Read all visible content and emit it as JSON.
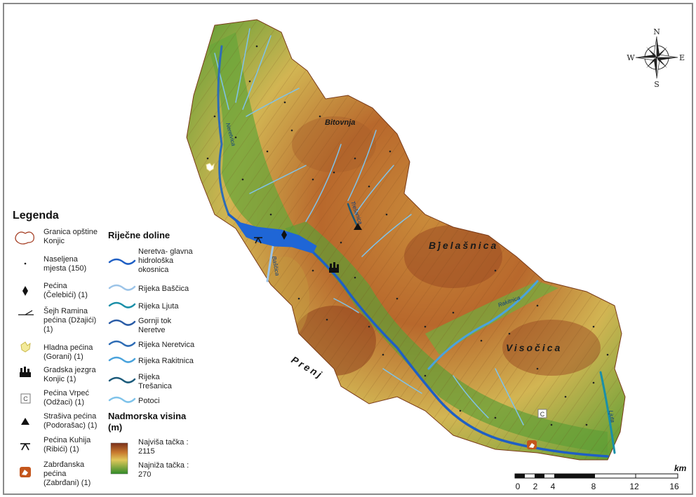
{
  "legend": {
    "title": "Legenda",
    "items": [
      {
        "label_lines": [
          "Granica opštine",
          "Konjic"
        ],
        "symbol": "boundary-outline"
      },
      {
        "label_lines": [
          "Naseljena",
          "mjesta (150)"
        ],
        "symbol": "dot"
      },
      {
        "label_lines": [
          "Pećina",
          "(Čelebići) (1)"
        ],
        "symbol": "diamond"
      },
      {
        "label_lines": [
          "Šejh Ramina",
          "pećina (Džajići)",
          "(1)"
        ],
        "symbol": "ramina-symbol"
      },
      {
        "label_lines": [
          "Hladna pećina",
          "(Gorani) (1)"
        ],
        "symbol": "hladna-symbol"
      },
      {
        "label_lines": [
          "Gradska jezgra",
          "Konjic (1)"
        ],
        "symbol": "town-symbol"
      },
      {
        "label_lines": [
          "Pećina Vrpeć",
          "(Odžaci) (1)"
        ],
        "symbol": "c-box",
        "symbol_text": "C"
      },
      {
        "label_lines": [
          "Strašiva pećina",
          "(Podorašac) (1)"
        ],
        "symbol": "triangle"
      },
      {
        "label_lines": [
          "Pećina Kuhija",
          "(Ribići) (1)"
        ],
        "symbol": "kuhija-symbol"
      },
      {
        "label_lines": [
          "Zabrđanska",
          "pećina",
          "(Zabrđani) (1)"
        ],
        "symbol": "zabrdjani-symbol"
      }
    ],
    "rivers_title": "Riječne doline",
    "rivers": [
      {
        "label_lines": [
          "Neretva- glavna",
          "hidrološka",
          "okosnica"
        ],
        "color": "#1f5fc4"
      },
      {
        "label_lines": [
          "Rijeka Baščica"
        ],
        "color": "#9cc4e8"
      },
      {
        "label_lines": [
          "Rijeka Ljuta"
        ],
        "color": "#1a8fa8"
      },
      {
        "label_lines": [
          "Gornji tok",
          "Neretve"
        ],
        "color": "#2a5ca6"
      },
      {
        "label_lines": [
          "Rijeka Neretvica"
        ],
        "color": "#2e6cb5"
      },
      {
        "label_lines": [
          "Rijeka Rakitnica"
        ],
        "color": "#4aa3dc"
      },
      {
        "label_lines": [
          "Rijeka",
          "Trešanica"
        ],
        "color": "#1b5a7a"
      },
      {
        "label_lines": [
          "Potoci"
        ],
        "color": "#7fc3ea"
      }
    ],
    "elevation_title_lines": [
      "Nadmorska visina",
      "(m)"
    ],
    "elevation_high_lines": [
      "Najviša tačka :",
      "2115"
    ],
    "elevation_low_lines": [
      "Najniža tačka :",
      "270"
    ]
  },
  "map_labels": {
    "bitovnja": "Bitovnja",
    "bjelasnica": "Bjelašnica",
    "visocica": "Visočica",
    "prenj": "Prenj",
    "rakitnica": "Rakitnica",
    "neretvica": "Neretvica",
    "bascica": "Baščica",
    "tresanica": "Trešanica",
    "ljuta": "Ljuta",
    "c_marker": "C"
  },
  "compass": {
    "north": "N",
    "south": "S",
    "east": "E",
    "west": "W"
  },
  "scale_bar": {
    "ticks": [
      "0",
      "2",
      "4",
      "8",
      "12",
      "16"
    ],
    "unit": "km"
  },
  "colors": {
    "neretva": "#1f5fc4",
    "lake": "#1f66d6",
    "elev_high": "#8a3c1e",
    "elev_mid": "#d9b45a",
    "elev_low": "#2f8a28",
    "frame": "#8a8a8a"
  }
}
